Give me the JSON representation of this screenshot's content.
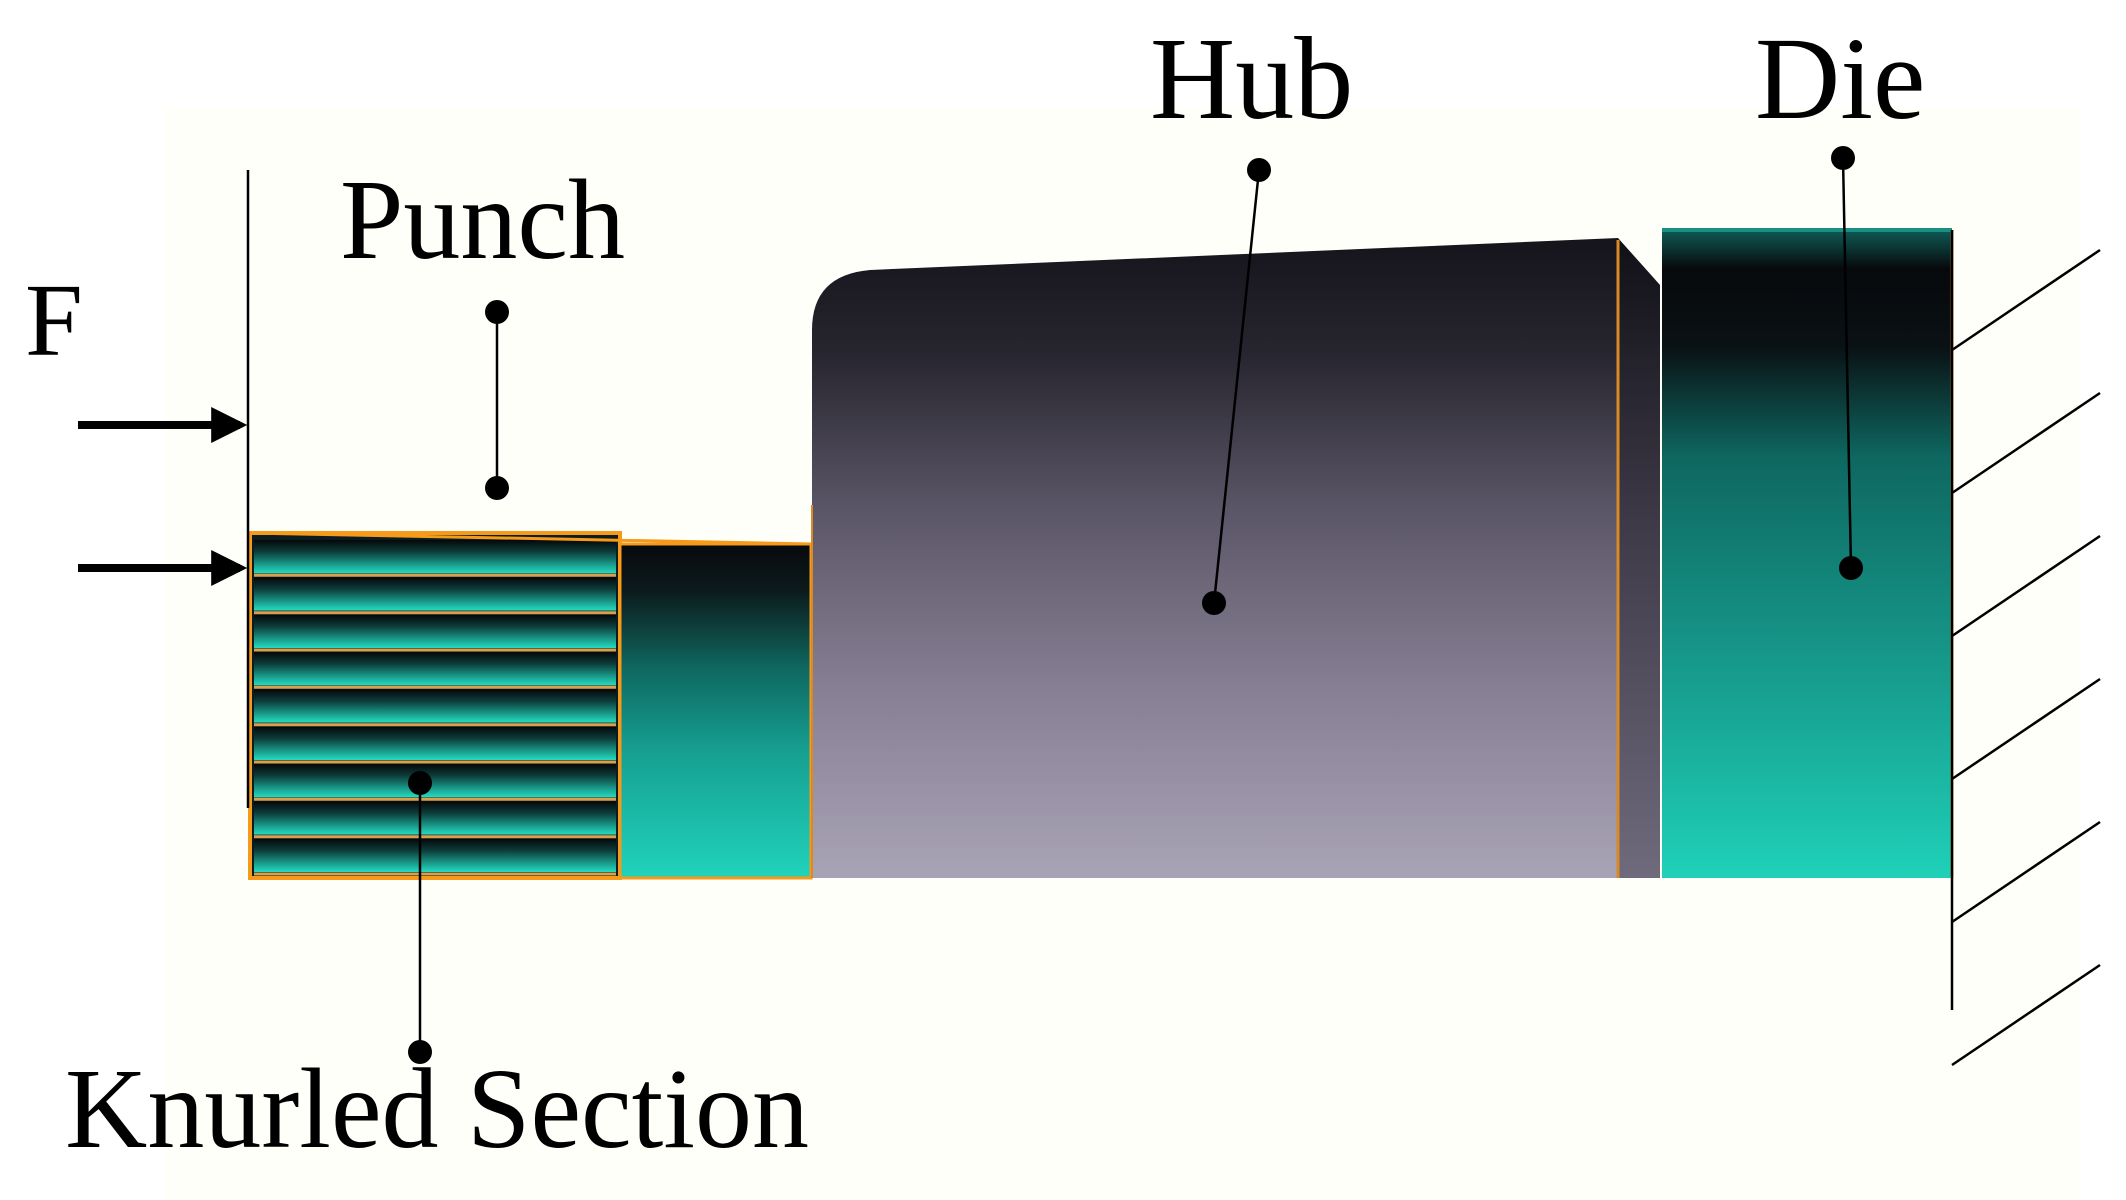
{
  "labels": {
    "force": "F",
    "punch": "Punch",
    "hub": "Hub",
    "die": "Die",
    "knurled": "Knurled Section"
  },
  "colors": {
    "background": "#ffffff",
    "panel": "#fffffa",
    "teal_dark": "#0a0d12",
    "teal_light": "#20d6be",
    "hub_dark": "#17161f",
    "hub_light": "#a59fb2",
    "outline": "#f59a1a",
    "leader": "#000000"
  },
  "knurl_stripe_count": 9,
  "ground_hatch_count": 6
}
